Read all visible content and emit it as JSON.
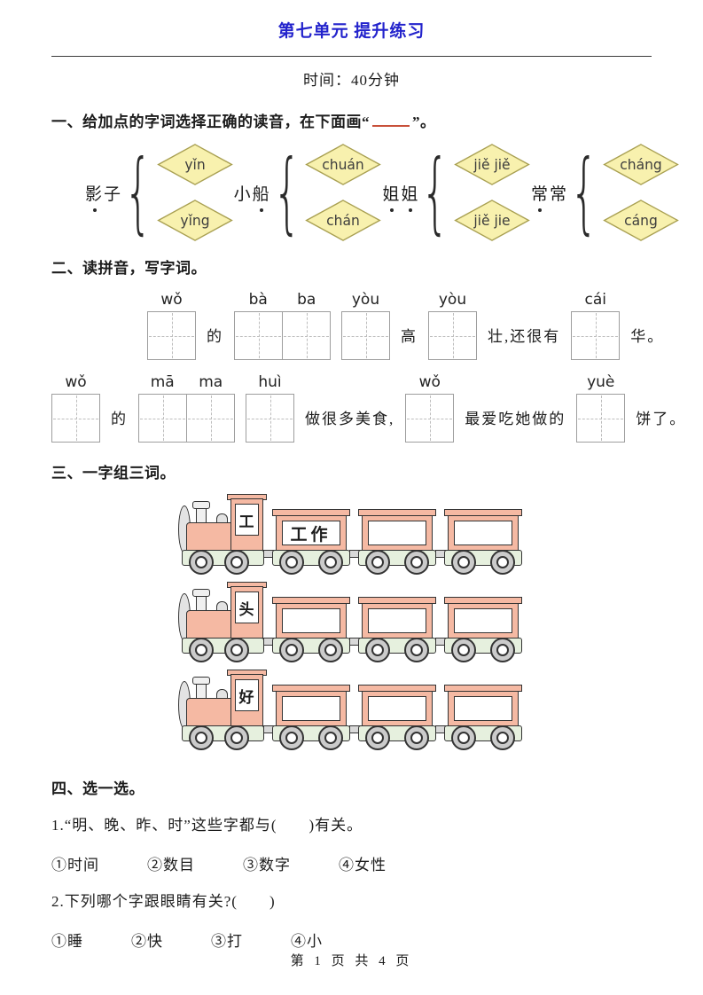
{
  "page": {
    "title": "第七单元 提升练习",
    "time_limit": "时间：40分钟",
    "footer": "第 1 页 共 4 页"
  },
  "glyphs": {
    "brace": "{"
  },
  "colors": {
    "title_blue": "#2323cc",
    "underline_red": "#c8503a",
    "diamond_fill": "#f8f1ae",
    "diamond_border": "#a9a052",
    "train_salmon": "#f5b9a3",
    "train_green": "#e6f0de",
    "wheel_gray": "#cbcbcb"
  },
  "section_one": {
    "heading_pre": "一、给加点的字词选择正确的读音，在下面画“",
    "heading_post": "”。",
    "groups": [
      {
        "chars": [
          {
            "ch": "影",
            "dot": true
          },
          {
            "ch": "子",
            "dot": false
          }
        ],
        "options": {
          "top": "yǐn",
          "bottom": "yǐng"
        }
      },
      {
        "chars": [
          {
            "ch": "小",
            "dot": false
          },
          {
            "ch": "船",
            "dot": true
          }
        ],
        "options": {
          "top": "chuán",
          "bottom": "chán"
        }
      },
      {
        "chars": [
          {
            "ch": "姐",
            "dot": true
          },
          {
            "ch": "姐",
            "dot": true
          }
        ],
        "options": {
          "top": "jiě jiě",
          "bottom": "jiě jie"
        }
      },
      {
        "chars": [
          {
            "ch": "常",
            "dot": true
          },
          {
            "ch": "常",
            "dot": false
          }
        ],
        "options": {
          "top": "cháng",
          "bottom": "cáng"
        }
      }
    ]
  },
  "section_two": {
    "heading": "二、读拼音，写字词。",
    "row1": {
      "pinyin1": "wǒ",
      "text1": "的",
      "pinyin2a": "bà",
      "pinyin2b": "ba",
      "pinyin3": "yòu",
      "text2": "高",
      "pinyin4": "yòu",
      "text3": "壮,还很有",
      "pinyin5": "cái",
      "text4": "华。"
    },
    "row2": {
      "pinyin1": "wǒ",
      "text1": "的",
      "pinyin2a": "mā",
      "pinyin2b": "ma",
      "pinyin3": "huì",
      "text2": "做很多美食,",
      "pinyin4": "wǒ",
      "text3": "最爱吃她做的",
      "pinyin5": "yuè",
      "text4": "饼了。"
    }
  },
  "section_three": {
    "heading": "三、一字组三词。",
    "trains": [
      {
        "cab_char": "工",
        "cars": [
          "工作",
          "",
          ""
        ]
      },
      {
        "cab_char": "头",
        "cars": [
          "",
          "",
          ""
        ]
      },
      {
        "cab_char": "好",
        "cars": [
          "",
          "",
          ""
        ]
      }
    ]
  },
  "section_four": {
    "heading": "四、选一选。",
    "questions": [
      {
        "text": "1.“明、晚、昨、时”这些字都与(　　)有关。",
        "options": [
          "①时间",
          "②数目",
          "③数字",
          "④女性"
        ]
      },
      {
        "text": "2.下列哪个字跟眼睛有关?(　　)",
        "options": [
          "①睡",
          "②快",
          "③打",
          "④小"
        ]
      }
    ]
  }
}
